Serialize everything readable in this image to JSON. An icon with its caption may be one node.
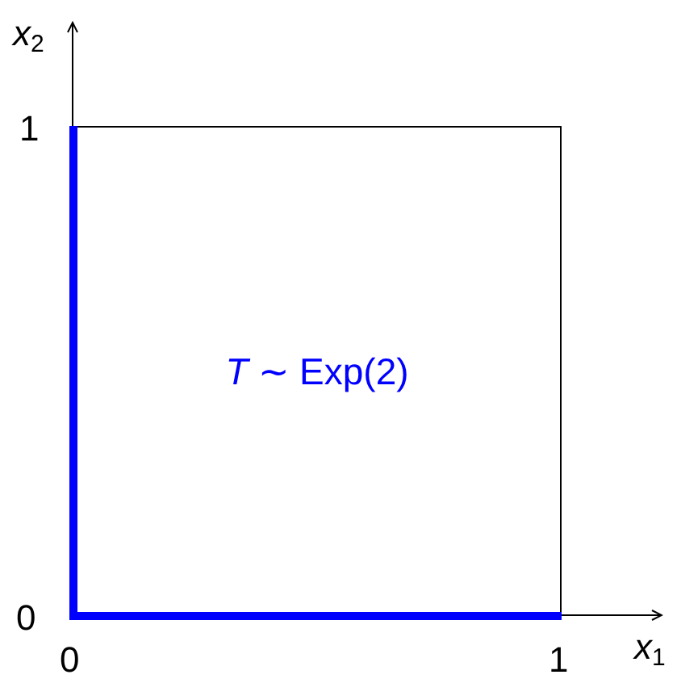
{
  "diagram": {
    "nodes": [
      {
        "text": [
          "*T* ∼ Exp(2)"
        ]
      }
    ],
    "labels": [
      "*x*$_{2}$",
      "1",
      "0",
      "0",
      "1",
      "*x*$_{1}$"
    ]
  }
}
